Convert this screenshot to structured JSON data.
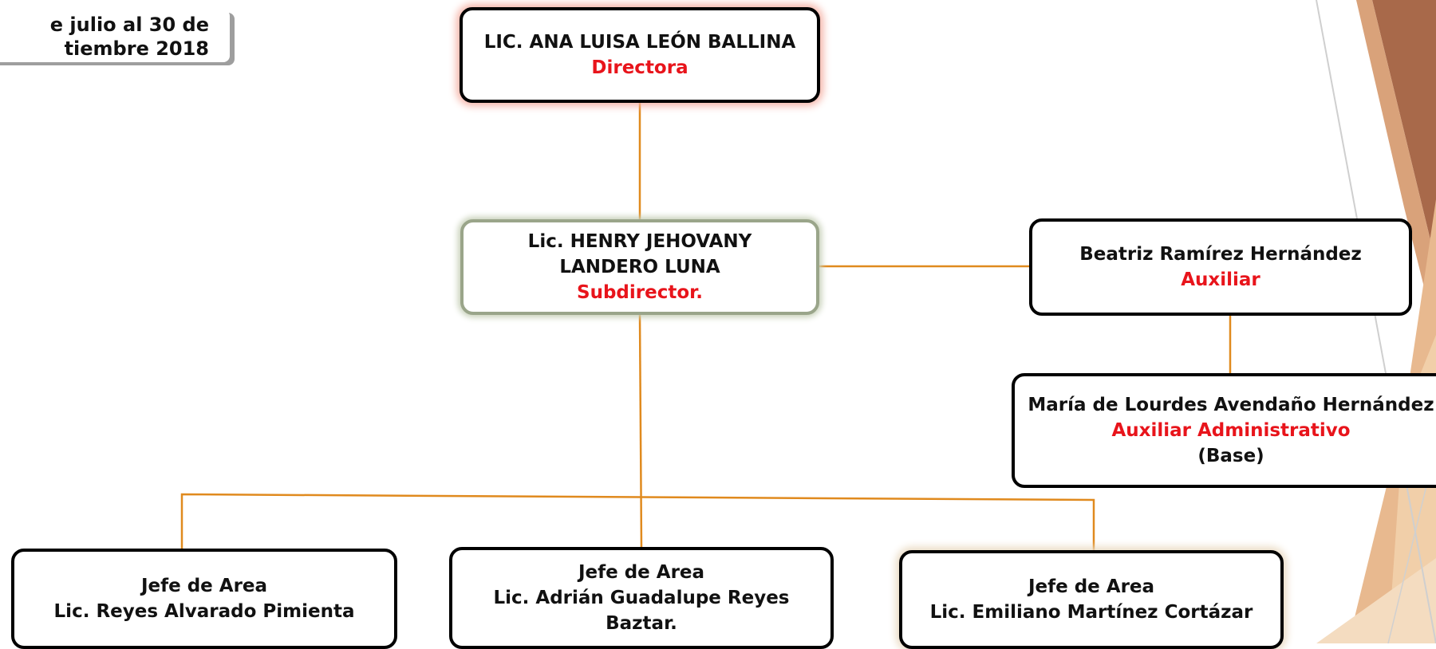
{
  "header": {
    "date_line1": "e julio al 30 de",
    "date_line2": "tiembre 2018"
  },
  "director": {
    "name": "LIC. ANA LUISA LEÓN BALLINA",
    "role": "Directora"
  },
  "subdirector": {
    "name_line1": "Lic. HENRY JEHOVANY",
    "name_line2": "LANDERO LUNA",
    "role": "Subdirector."
  },
  "auxiliar": {
    "name": "Beatriz Ramírez Hernández",
    "role": "Auxiliar"
  },
  "aux_admin": {
    "name": "María de Lourdes Avendaño Hernández",
    "role": "Auxiliar Administrativo",
    "note": "(Base)"
  },
  "jefes": [
    {
      "title": "Jefe de Area",
      "name_line1": "Lic. Reyes Alvarado Pimienta",
      "name_line2": ""
    },
    {
      "title": "Jefe de Area",
      "name_line1": "Lic. Adrián Guadalupe Reyes",
      "name_line2": "Baztar."
    },
    {
      "title": "Jefe de Area",
      "name_line1": "Lic. Emiliano Martínez Cortázar",
      "name_line2": ""
    }
  ],
  "colors": {
    "connector": "#e08a1e",
    "role_text": "#e8141b",
    "box_border": "#000000"
  }
}
